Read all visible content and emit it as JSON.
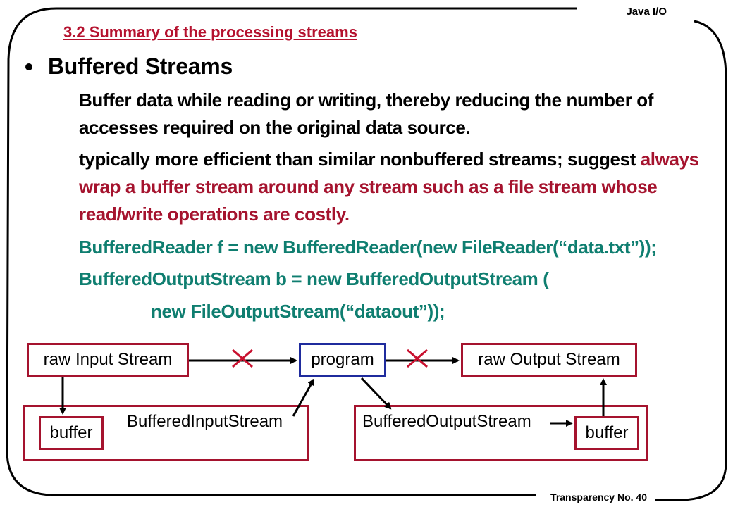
{
  "header": {
    "topic": "Java I/O"
  },
  "title": "3.2 Summary of the processing streams",
  "main_bullet": "Buffered Streams",
  "points": [
    {
      "marker": "",
      "lines": [
        "Buffer data while reading or writing, thereby reducing the number of accesses required on the original data source."
      ]
    },
    {
      "marker": "",
      "plain": "typically more efficient than similar nonbuffered  streams; suggest",
      "highlight": "always wrap a buffer stream around any stream such as a file stream whose read/write operations are costly."
    },
    {
      "marker": "",
      "code": "BufferedReader f = new BufferedReader(new FileReader(“data.txt”));"
    },
    {
      "marker": "",
      "code": "BufferedOutputStream b = new BufferedOutputStream ("
    },
    {
      "marker": "",
      "code": "new FileOutputStream(“dataout”));"
    }
  ],
  "diagram": {
    "raw_input": "raw Input Stream",
    "program": "program",
    "raw_output": "raw Output Stream",
    "buffer_left": "buffer",
    "buffer_right": "buffer",
    "buffered_input": "BufferedInputStream",
    "buffered_output": "BufferedOutputStream"
  },
  "footer": "Transparency No. 40",
  "colors": {
    "title_red": "#b5122f",
    "highlight_red": "#a5132e",
    "code_teal": "#0f7e70",
    "program_blue": "#1f2b9d"
  }
}
